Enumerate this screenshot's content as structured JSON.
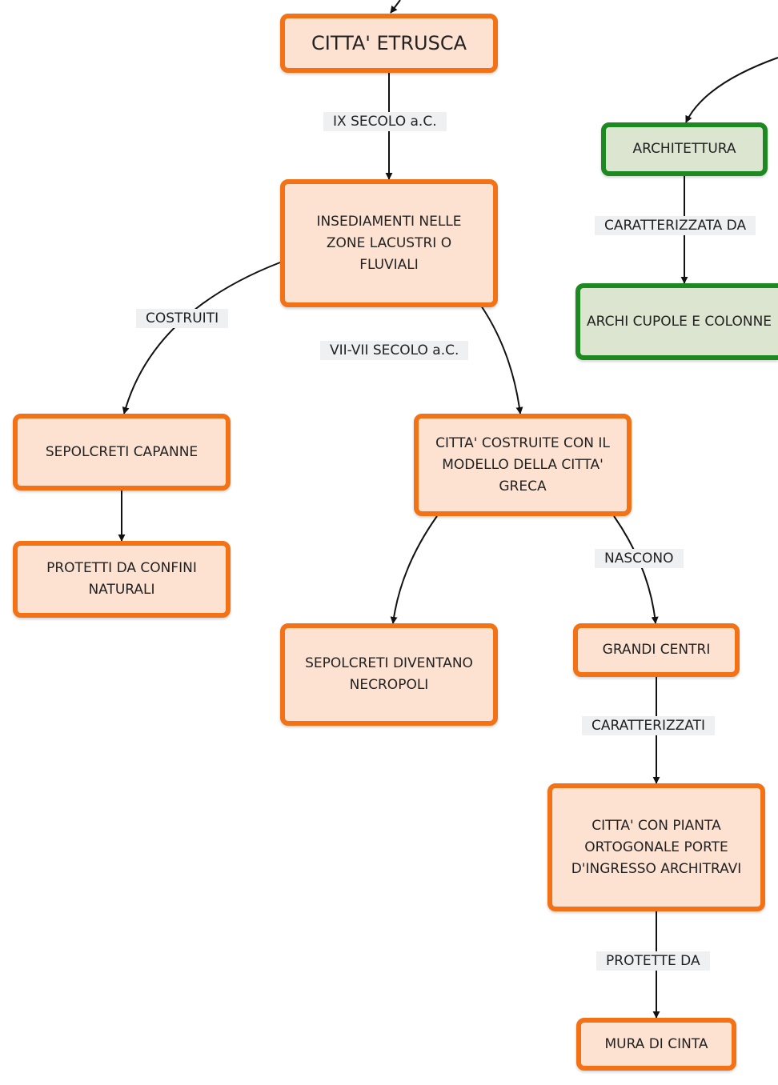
{
  "nodes": {
    "citta_etrusca": "CITTA' ETRUSCA",
    "insediamenti": "INSEDIAMENTI NELLE\nZONE LACUSTRI O\nFLUVIALI",
    "sepolcreti_capanne": "SEPOLCRETI CAPANNE",
    "protetti": "PROTETTI DA CONFINI\nNATURALI",
    "citta_costruite": "CITTA' COSTRUITE CON IL\nMODELLO DELLA CITTA'\nGRECA",
    "necropoli": "SEPOLCRETI DIVENTANO\nNECROPOLI",
    "grandi_centri": "GRANDI CENTRI",
    "pianta": "CITTA' CON PIANTA\nORTOGONALE PORTE\nD'INGRESSO ARCHITRAVI",
    "mura": "MURA DI CINTA",
    "architettura": "ARCHITETTURA",
    "archi": "ARCHI CUPOLE E COLONNE"
  },
  "labels": {
    "ix_secolo": "IX SECOLO a.C.",
    "costruiti": "COSTRUITI",
    "vii_secolo": "VII-VII SECOLO a.C.",
    "nascono": "NASCONO",
    "caratterizzati": "CARATTERIZZATI",
    "protette_da": "PROTETTE DA",
    "caratterizzata_da": "CARATTERIZZATA DA"
  },
  "colors": {
    "orange_border": "#f47216",
    "orange_fill": "#fde2d2",
    "green_border": "#1c8a20",
    "green_fill": "#dbe5cf"
  }
}
